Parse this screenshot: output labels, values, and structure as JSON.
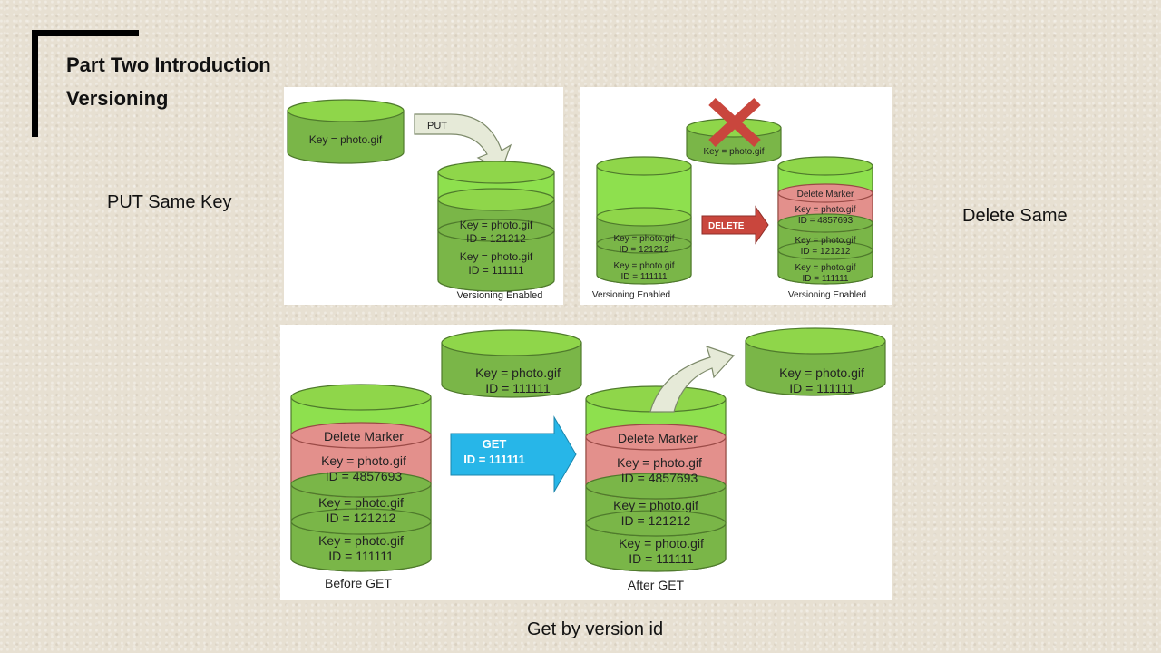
{
  "slide": {
    "title_line1": "Part Two Introduction",
    "title_line2": "Versioning",
    "label_put": "PUT Same Key",
    "label_delete": "Delete Same",
    "label_get": "Get by version id"
  },
  "colors": {
    "green_top": "#8fd64a",
    "green_body": "#7ab648",
    "green_empty": "#8ee04e",
    "pink": "#e3908c",
    "delete_arrow": "#c9463d",
    "get_arrow": "#27b6e8",
    "gray_arrow": "#e6ead8"
  },
  "diagram_put": {
    "arrow_label": "PUT",
    "new_object": "Key = photo.gif",
    "layers": [
      {
        "key": "Key = photo.gif",
        "id": "ID = 121212"
      },
      {
        "key": "Key = photo.gif",
        "id": "ID = 111111"
      }
    ],
    "caption": "Versioning  Enabled"
  },
  "diagram_delete": {
    "deleted_object": "Key = photo.gif",
    "arrow_label": "DELETE",
    "before_layers": [
      {
        "key": "Key = photo.gif",
        "id": "ID = 121212"
      },
      {
        "key": "Key = photo.gif",
        "id": "ID = 111111"
      }
    ],
    "after_layers": [
      {
        "key": "Delete Marker",
        "id": "",
        "pink": true
      },
      {
        "key": "Key = photo.gif",
        "id": "ID = 4857693",
        "pink": true
      },
      {
        "key": "Key = photo.gif",
        "id": "ID = 121212"
      },
      {
        "key": "Key = photo.gif",
        "id": "ID = 111111"
      }
    ],
    "caption_before": "Versioning  Enabled",
    "caption_after": "Versioning  Enabled"
  },
  "diagram_get": {
    "arrow_label_line1": "GET",
    "arrow_label_line2": "ID = 111111",
    "retrieved_key": "Key = photo.gif",
    "retrieved_id": "ID = 111111",
    "returned_key": "Key = photo.gif",
    "returned_id": "ID = 111111",
    "before_layers": [
      {
        "key": "Delete Marker",
        "id": "",
        "pink": true
      },
      {
        "key": "Key = photo.gif",
        "id": "ID = 4857693",
        "pink": true
      },
      {
        "key": "Key = photo.gif",
        "id": "ID = 121212"
      },
      {
        "key": "Key = photo.gif",
        "id": "ID = 111111"
      }
    ],
    "after_layers": [
      {
        "key": "Delete Marker",
        "id": "",
        "pink": true
      },
      {
        "key": "Key = photo.gif",
        "id": "ID = 4857693",
        "pink": true
      },
      {
        "key": "Key = photo.gif",
        "id": "ID = 121212"
      },
      {
        "key": "Key = photo.gif",
        "id": "ID = 111111"
      }
    ],
    "caption_before": "Before GET",
    "caption_after": "After GET"
  }
}
